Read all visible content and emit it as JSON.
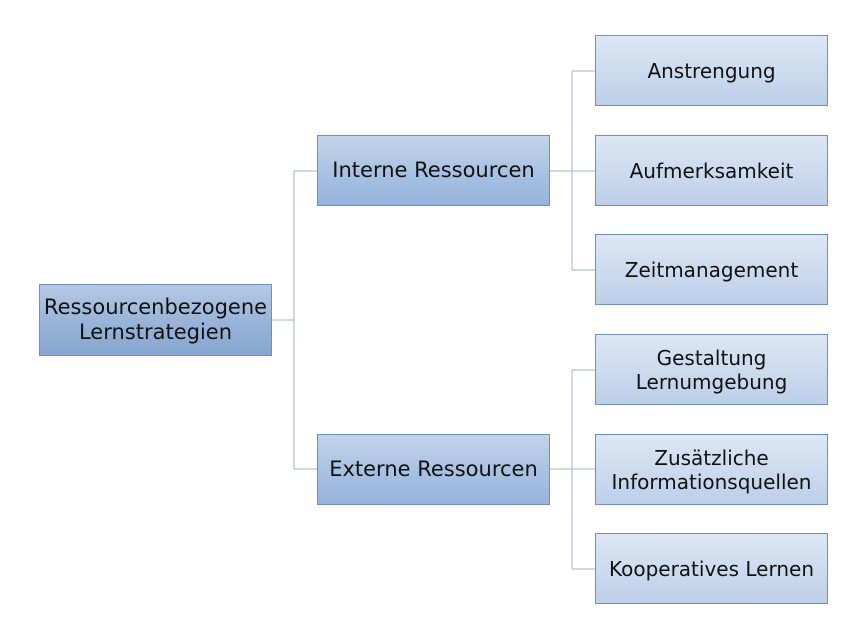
{
  "diagram": {
    "root": {
      "line1": "Ressourcenbezogene",
      "line2": "Lernstrategien"
    },
    "internal": {
      "label": "Interne Ressourcen",
      "children": [
        {
          "line1": "Anstrengung",
          "line2": ""
        },
        {
          "line1": "Aufmerksamkeit",
          "line2": ""
        },
        {
          "line1": "Zeitmanagement",
          "line2": ""
        }
      ]
    },
    "external": {
      "label": "Externe Ressourcen",
      "children": [
        {
          "line1": "Gestaltung",
          "line2": "Lernumgebung"
        },
        {
          "line1": "Zusätzliche",
          "line2": "Informationsquellen"
        },
        {
          "line1": "Kooperatives Lernen",
          "line2": ""
        }
      ]
    },
    "colors": {
      "connector": "#9fb3cd",
      "border": "#6e8fb7",
      "root_fill": "#98b3d8",
      "level1_fill": "#a8c1e2",
      "level2_fill": "#cbdaee"
    }
  }
}
